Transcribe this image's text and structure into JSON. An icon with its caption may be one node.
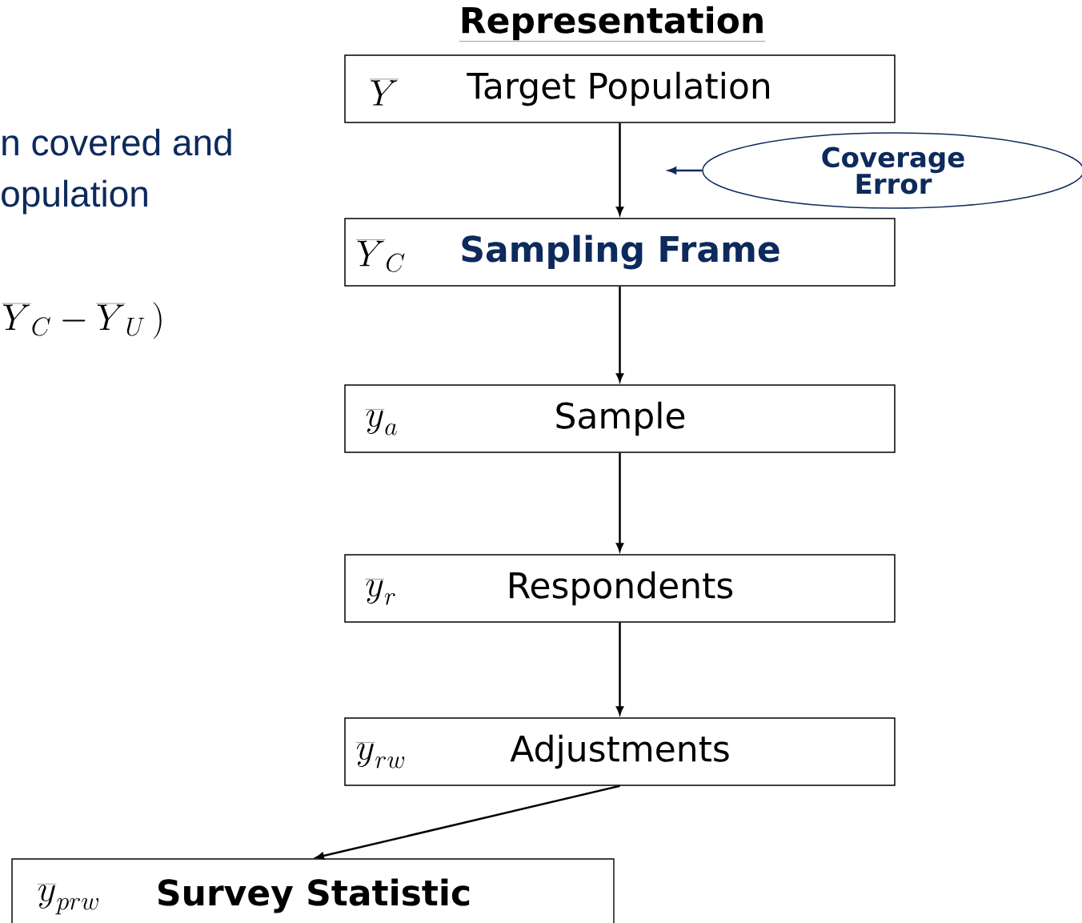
{
  "diagram": {
    "title": "Representation",
    "nodes": [
      {
        "text": [
          "\\overline{Y}",
          "Target Population"
        ]
      },
      {
        "text": [
          "Coverage Error"
        ]
      },
      {
        "text": [
          "\\overline{Y}_C",
          "Sampling Frame"
        ]
      },
      {
        "text": [
          "\\overline{y}_a",
          "Sample"
        ]
      },
      {
        "text": [
          "\\overline{y}_r",
          "Respondents"
        ]
      },
      {
        "text": [
          "\\overline{y}_{rw}",
          "Adjustments"
        ]
      },
      {
        "text": [
          "\\overline{y}_{prw}",
          "Survey Statistic"
        ]
      }
    ],
    "edges": [
      {
        "from": 0,
        "to": 2,
        "arrow": "to"
      },
      {
        "from": 1,
        "to": null,
        "arrow": "to",
        "color": "#0d2a5c"
      },
      {
        "from": 2,
        "to": 3,
        "arrow": "to"
      },
      {
        "from": 3,
        "to": 4,
        "arrow": "to"
      },
      {
        "from": 4,
        "to": 5,
        "arrow": "to"
      },
      {
        "from": 5,
        "to": 6,
        "arrow": "to"
      }
    ],
    "labels": [
      "n covered and",
      "opulation",
      "\\overline{Y}_C-\\overline{Y}_U\\,)"
    ]
  }
}
